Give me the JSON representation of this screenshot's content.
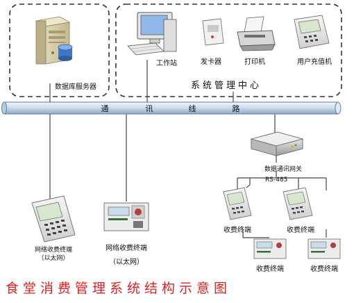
{
  "groups": {
    "server_group": {},
    "system_center": {
      "title": "系统管理中心"
    }
  },
  "devices": {
    "db_server": {
      "label": "数据库服务器"
    },
    "workstation": {
      "label": "工作站"
    },
    "card_issuer": {
      "label": "发卡器"
    },
    "printer": {
      "label": "打印机"
    },
    "recharge_machine": {
      "label": "用户充值机"
    },
    "gateway": {
      "label": "数据通讯网关"
    },
    "net_terminal_1": {
      "label_line1": "网络收费终端",
      "label_line2": "（以太网）"
    },
    "net_terminal_2": {
      "label_line1": "网络收费终端",
      "label_line2": "（以太网）"
    },
    "pos_1": {
      "label": "收费终端"
    },
    "pos_2": {
      "label": "收费终端"
    },
    "pos_3": {
      "label": "收费终端"
    },
    "pos_4": {
      "label": "收费终端"
    }
  },
  "bus": {
    "chars": [
      "通",
      "讯",
      "线",
      "路"
    ]
  },
  "rs485": {
    "label": "RS-485"
  },
  "caption": "食堂消费管理系统结构示意图",
  "colors": {
    "bus_top": "#dfe9f5",
    "bus_bottom": "#8fa9c9",
    "caption": "#e02020",
    "line": "#444444"
  }
}
